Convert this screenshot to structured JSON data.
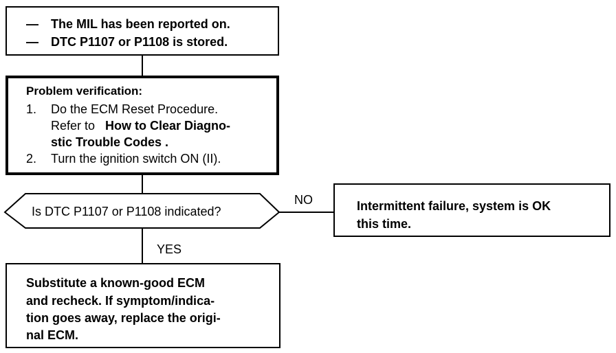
{
  "start_box": {
    "line1": "The MIL has been reported on.",
    "line2": "DTC P1107 or P1108 is stored.",
    "bullet": "—"
  },
  "verify_box": {
    "heading": "Problem verification:",
    "step1_num": "1.",
    "step1_line1": "Do the ECM Reset Procedure.",
    "step1_line2_pre": "Refer to ",
    "step1_line2_bold": "How to Clear Diagno-",
    "step1_line3": "stic Trouble Codes",
    "step1_line3_end": ".",
    "step2_num": "2.",
    "step2_text": "Turn the ignition switch ON (II)."
  },
  "decision": {
    "question": "Is DTC P1107 or P1108 indicated?",
    "no_label": "NO",
    "yes_label": "YES"
  },
  "no_box": {
    "line1": "Intermittent failure, system is OK",
    "line2": "this time."
  },
  "yes_box": {
    "line1": "Substitute a known-good ECM",
    "line2": "and recheck. If symptom/indica-",
    "line3": "tion goes away, replace the origi-",
    "line4": "nal ECM."
  }
}
